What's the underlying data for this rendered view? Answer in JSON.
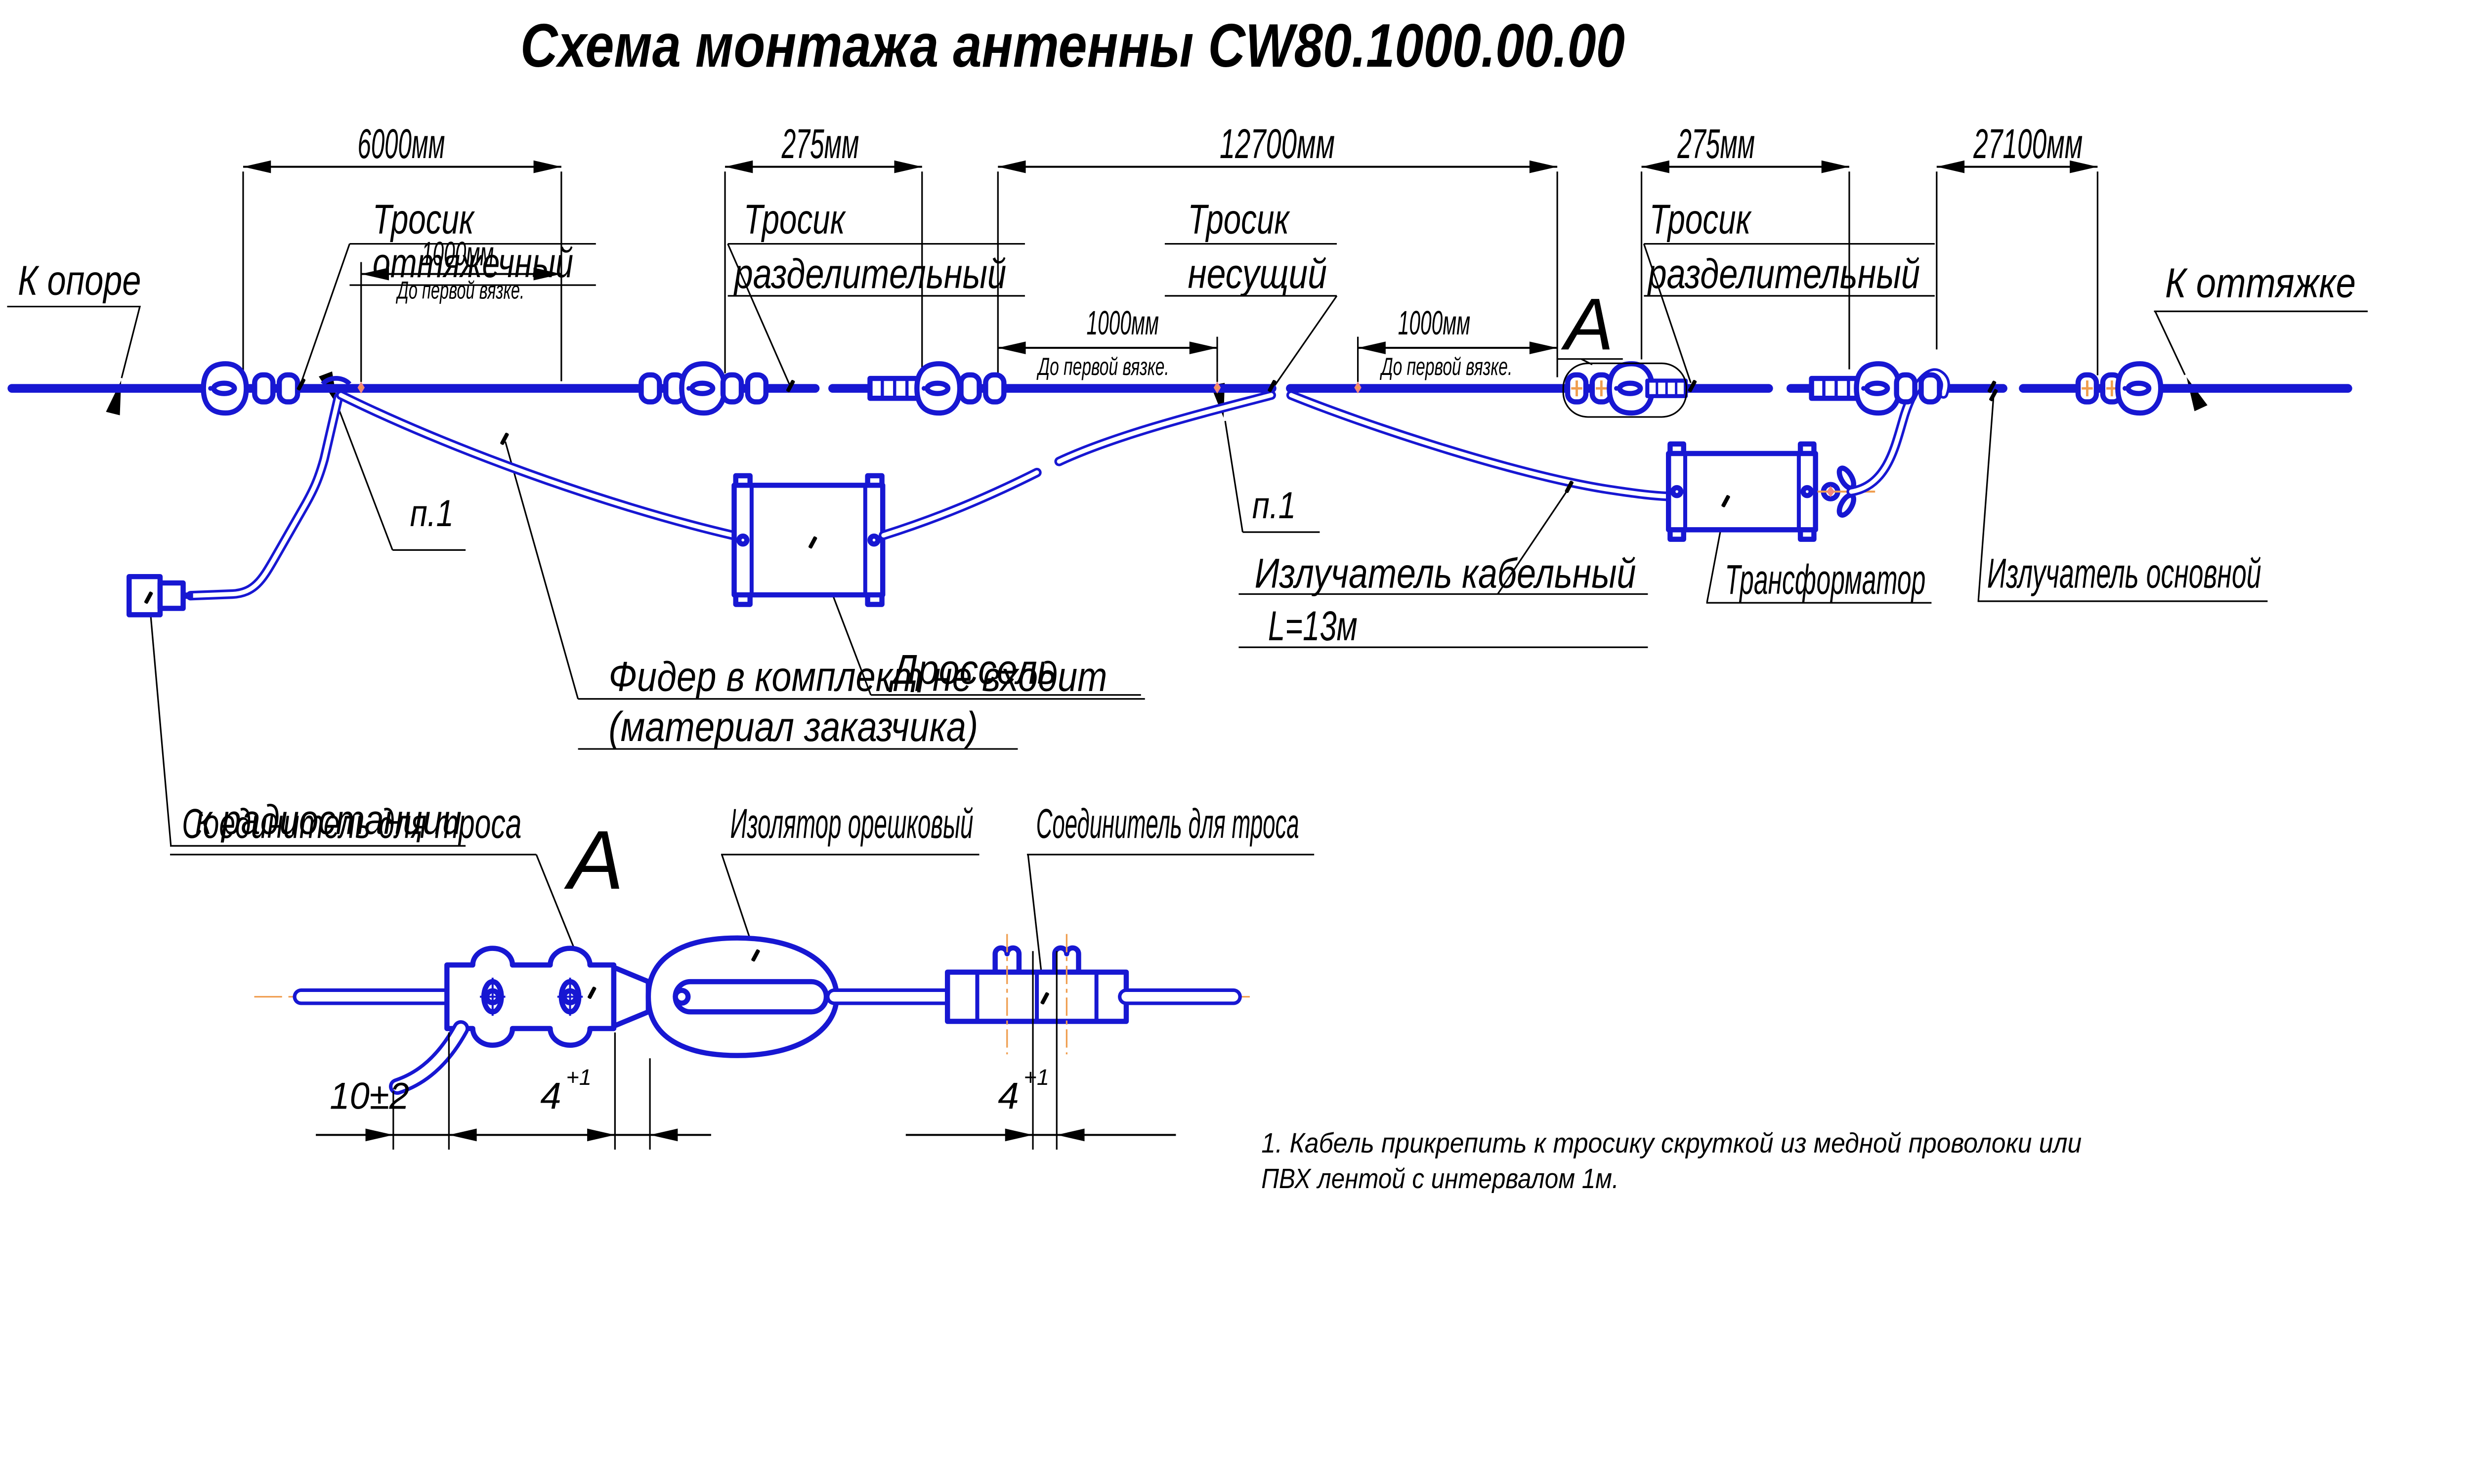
{
  "title": "Схема монтажа антенны CW80.1000.00.00",
  "colors": {
    "line_blue": "#1717d2",
    "drafting_black": "#000000",
    "tie_pink": "#f2857e",
    "centerline_orange": "#ef9d4e"
  },
  "dims": {
    "d6000": "6000мм",
    "d275": "275мм",
    "d12700": "12700мм",
    "d27100": "27100мм",
    "d1000": "1000мм",
    "to_first_tie": "До первой вязке."
  },
  "labels": {
    "k_opore": "К опоре",
    "trosik": "Тросик",
    "ottyazhechny": "оттяжечный",
    "razdelitelny": "разделительный",
    "nesushchy": "несущий",
    "k_ottyazhke": "К оттяжке",
    "p1": "п.1",
    "drossel": "Дроссель",
    "izluchatel_kabelny": "Излучатель кабельный",
    "izluchatel_kabelny_len": "L=13м",
    "transformator": "Трансформатор",
    "izluchatel_osnovnoy": "Излучатель основной",
    "k_radiostancii": "к радиостанции",
    "fider_line1": "Фидер в комплект не входит",
    "fider_line2": "(материал заказчика)",
    "detail_marker": "A"
  },
  "detail": {
    "title": "A",
    "connector_left": "Соединитель для троса",
    "insulator": "Изолятор орешковый",
    "connector_right": "Соединитель для троса",
    "dim10": "10±2",
    "dim4": "4",
    "dim4_tol": "+1"
  },
  "note": {
    "line1": "1. Кабель прикрепить к тросику скруткой из медной проволоки или",
    "line2": "ПВХ лентой с интервалом 1м."
  }
}
